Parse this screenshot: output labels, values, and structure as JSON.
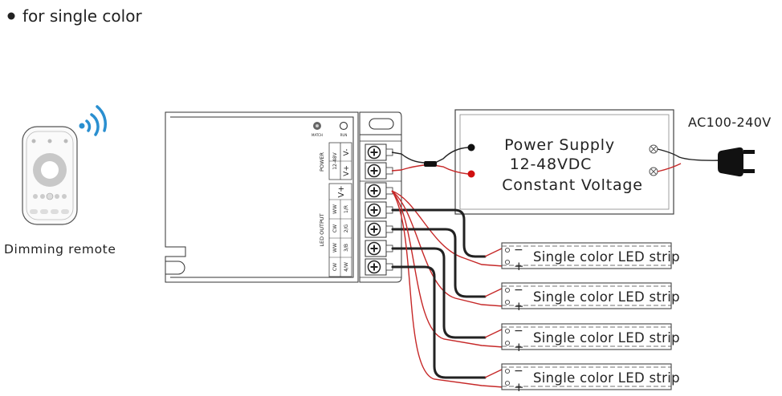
{
  "header": {
    "bullet_text": "for single color"
  },
  "remote": {
    "label": "Dimming remote"
  },
  "controller": {
    "indicator_match": "MATCH",
    "indicator_run": "RUN",
    "power_group": "POWER",
    "power_voltage": "12-48V",
    "power_terminals": [
      "V-",
      "V+"
    ],
    "output_group": "LED OUTPUT",
    "output_common": "V+",
    "output_columns": [
      [
        "WW",
        "CW",
        "WW",
        "CW"
      ],
      [
        "1/R",
        "2/G",
        "3/B",
        "4/W"
      ]
    ]
  },
  "power_supply": {
    "lines": [
      "Power Supply",
      "12-48VDC",
      "Constant Voltage"
    ],
    "ac_label": "AC100-240V"
  },
  "strips": {
    "label": "Single color LED strip",
    "minus": "−",
    "plus": "+",
    "count_shown": 4
  },
  "colors": {
    "wire_black": "#222222",
    "wire_red": "#c62828",
    "signal_blue": "#2a8fd0"
  }
}
